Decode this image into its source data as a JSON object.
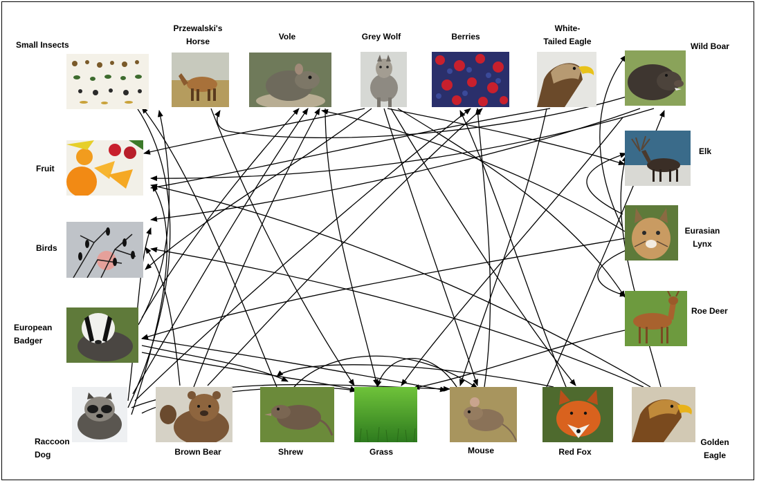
{
  "title": "",
  "organisms": {
    "small_insects": "Small Insects",
    "przewalskis_horse": "Przewalski's\nHorse",
    "vole": "Vole",
    "grey_wolf": "Grey Wolf",
    "berries": "Berries",
    "white_tailed_eagle": "White-\nTailed Eagle",
    "wild_boar": "Wild Boar",
    "fruit": "Fruit",
    "elk": "Elk",
    "birds": "Birds",
    "eurasian_lynx": "Eurasian\nLynx",
    "european_badger": "European\nBadger",
    "roe_deer": "Roe Deer",
    "raccoon_dog": "Raccoon\nDog",
    "brown_bear": "Brown Bear",
    "shrew": "Shrew",
    "grass": "Grass",
    "mouse": "Mouse",
    "red_fox": "Red Fox",
    "golden_eagle": "Golden\nEagle"
  },
  "colors": {
    "arrow": "#000000",
    "frame": "#000000"
  }
}
